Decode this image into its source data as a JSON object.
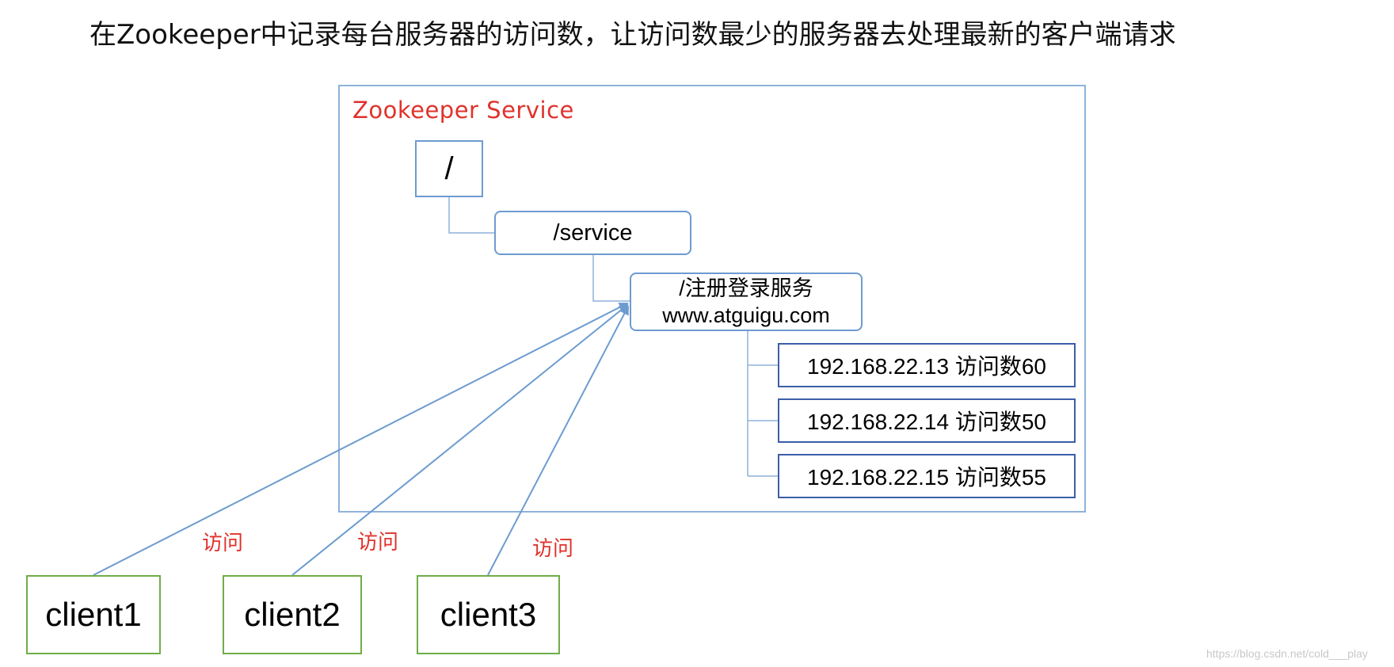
{
  "heading": "在Zookeeper中记录每台服务器的访问数，让访问数最少的服务器去处理最新的客户端请求",
  "service": {
    "label": "Zookeeper Service"
  },
  "tree": {
    "root": "/",
    "service": "/service",
    "register": {
      "line1": "/注册登录服务",
      "line2": "www.atguigu.com"
    },
    "servers": [
      "192.168.22.13  访问数60",
      "192.168.22.14 访问数50",
      "192.168.22.15 访问数55"
    ]
  },
  "clients": [
    "client1",
    "client2",
    "client3"
  ],
  "access_label": "访问",
  "colors": {
    "accent_red": "#e0322c",
    "service_border": "#8fb2da",
    "node_border": "#6d9bd0",
    "server_border": "#3b5ea8",
    "client_border": "#70ad47",
    "connector": "#6d9bd0"
  },
  "watermark": "https://blog.csdn.net/cold___play"
}
